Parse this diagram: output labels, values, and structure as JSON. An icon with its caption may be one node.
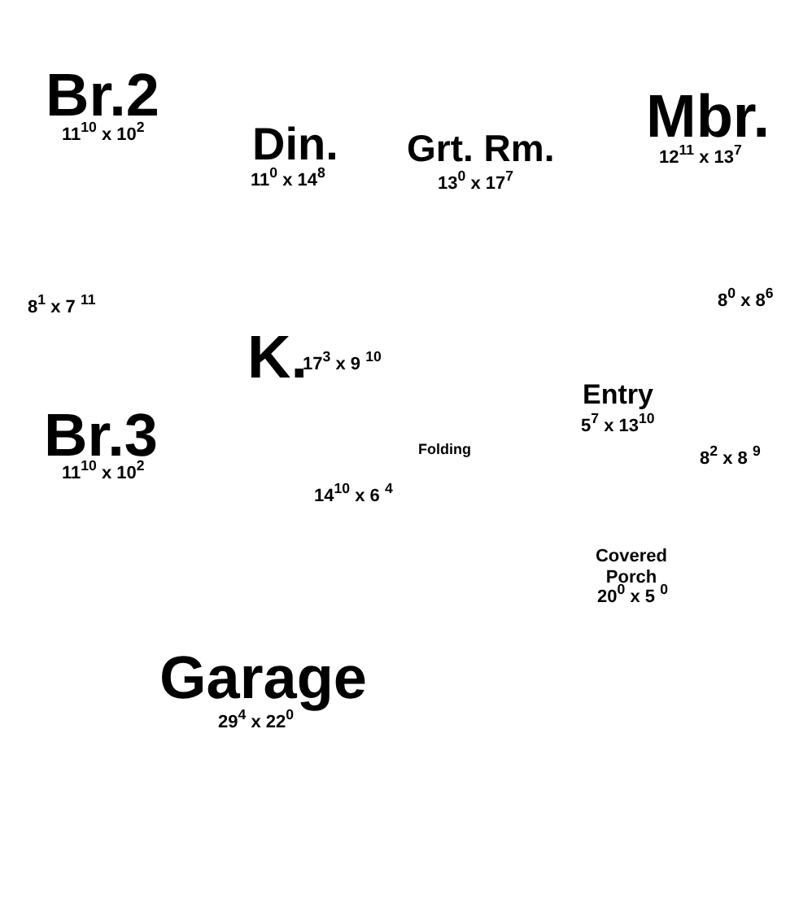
{
  "diagram": {
    "labels": [
      "Br.2",
      "11$^{10}$ x 10$^{2}$",
      "Din.",
      "11$^{0}$ x 14$^{8}$",
      "Grt. Rm.",
      "13$^{0}$ x 17$^{7}$",
      "Mbr.",
      "12$^{11}$ x 13$^{7}$",
      "8$^{1}$ x 7 $^{11}$",
      "8$^{0}$ x 8$^{6}$",
      "K.",
      "17$^{3}$ x 9 $^{10}$",
      "Entry",
      "5$^{7}$ x 13$^{10}$",
      "Br.3",
      "11$^{10}$ x 10$^{2}$",
      "Folding",
      "8$^{2}$ x 8 $^{9}$",
      "14$^{10}$ x 6 $^{4}$",
      "Covered Porch",
      "20$^{0}$ x 5 $^{0}$",
      "Garage",
      "29$^{4}$ x 22$^{0}$"
    ]
  }
}
